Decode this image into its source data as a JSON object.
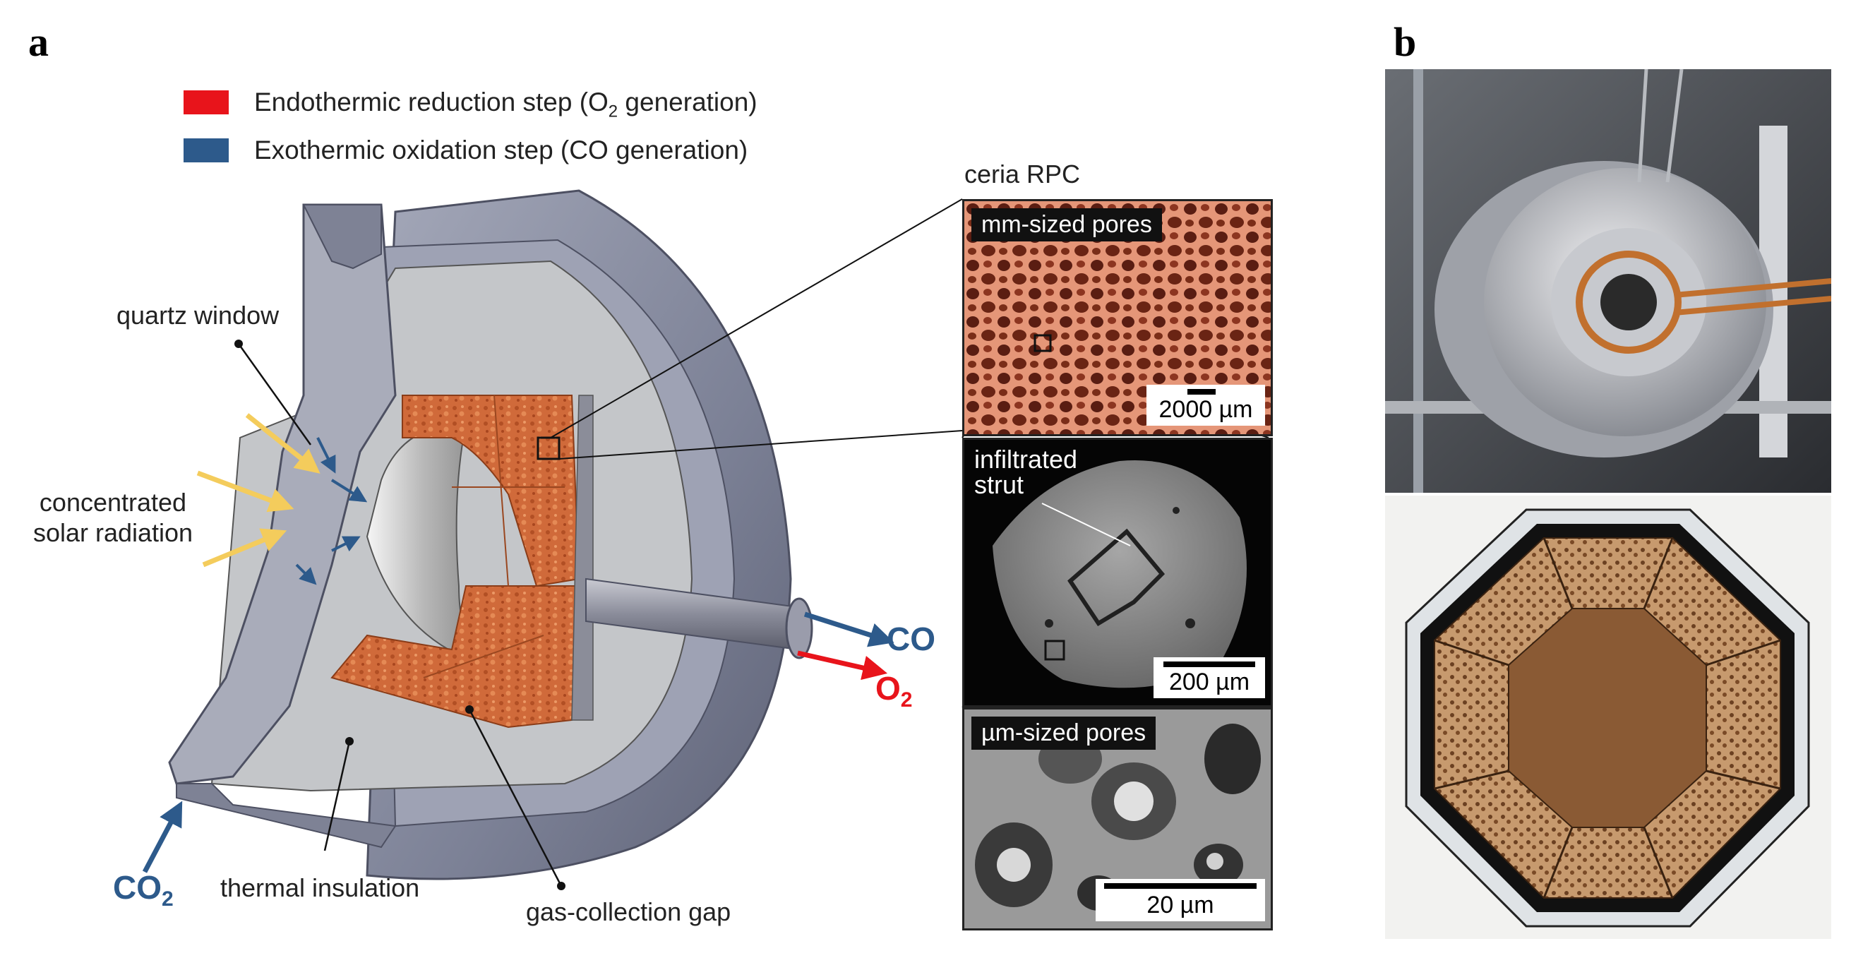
{
  "panels": {
    "a": "a",
    "b": "b"
  },
  "legend": [
    {
      "color": "#e8141b",
      "text": "Endothermic reduction step (O",
      "sub": "2",
      "text_after": " generation)"
    },
    {
      "color": "#2d5a8b",
      "text": "Exothermic oxidation step (CO generation)"
    }
  ],
  "labels": {
    "quartz_window": "quartz window",
    "concentrated": "concentrated",
    "solar_radiation": "solar radiation",
    "thermal_insulation": "thermal insulation",
    "gas_collection_gap": "gas-collection gap",
    "ceria_rpc": "ceria RPC",
    "infiltrated": "infiltrated",
    "strut": "strut"
  },
  "gases": {
    "co": "CO",
    "o2": "O",
    "o2_sub": "2",
    "co2": "CO",
    "co2_sub": "2"
  },
  "insets": {
    "mm": {
      "tag": "mm-sized pores",
      "scale": "2000 µm"
    },
    "strut": {
      "scale": "200 µm"
    },
    "um": {
      "tag": "µm-sized pores",
      "scale": "20 µm"
    }
  },
  "colors": {
    "housing": "#8e93a6",
    "insulation": "#c4c6c9",
    "rpc": "#d06a3a",
    "arrow_solar": "#f4cc5c",
    "arrow_co": "#2d5a8b",
    "arrow_o2": "#e8141b"
  }
}
